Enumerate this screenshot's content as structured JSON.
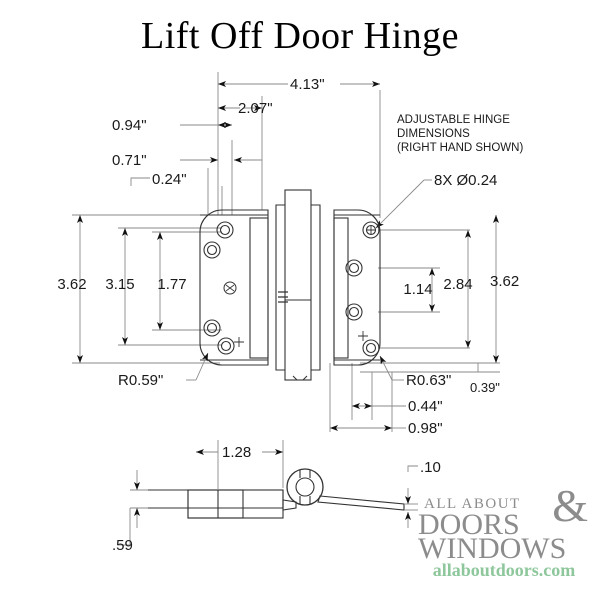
{
  "title": "Lift Off Door Hinge",
  "notes": {
    "adjustable_line1": "ADJUSTABLE HINGE",
    "adjustable_line2": "DIMENSIONS",
    "adjustable_line3": "(RIGHT HAND SHOWN)",
    "hole_callout": "8X Ø0.24"
  },
  "dimensions": {
    "top": {
      "overall_width": "4.13\"",
      "inner_width": "2.07\"",
      "d094": "0.94\"",
      "d071": "0.71\"",
      "d024": "0.24\""
    },
    "left": {
      "overall_height": "3.62",
      "plate_height": "3.15",
      "hole_span": "1.77",
      "corner_radius": "R0.59\""
    },
    "right": {
      "hole_span": "1.14",
      "plate_height": "2.84",
      "overall_height": "3.62",
      "corner_radius": "R0.63\"",
      "offset": "0.39\""
    },
    "bottom_main": {
      "d044": "0.44\"",
      "d098": "0.98\""
    },
    "side_view": {
      "length": "1.28",
      "thickness": ".59",
      "leaf_thickness": ".10"
    }
  },
  "logo": {
    "line1": "ALL ABOUT",
    "line2": "DOORS",
    "line3": "WINDOWS",
    "ampersand": "&",
    "url": "allaboutdoors.com",
    "gray": "#8c8c8c",
    "green": "#8dc79b"
  }
}
